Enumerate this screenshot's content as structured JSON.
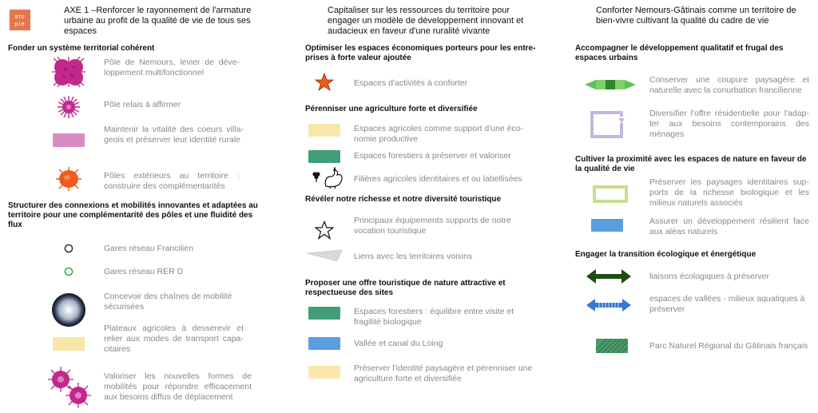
{
  "logo": {
    "line1": "ato",
    "line2": "pie"
  },
  "col1": {
    "header": "AXE 1 –Renforcer le rayonnement de l'armature urbaine au profit de la  qualité de vie de tous ses espaces",
    "sec1": "Fonder un système territorial cohérent",
    "items1": [
      "Pôle de Nemours, levier de déve-loppement multifonctionnel",
      "Pôle relais à affirmer",
      "Maintenir la vitalité des coeurs villa-geois et préserver leur identité rurale",
      "Pôles extérieurs au territoire : construire des complémentarités"
    ],
    "sec2": "Structurer des connexions et mobilités innovantes et adaptées au territoire pour une complémentarité des pôles et une fluidité des flux",
    "items2": [
      "Gares réseau Francilien",
      "Gares réseau RER D",
      "Concevoir des chaînes de mobilité sécurisées",
      "Plateaux agricoles à desserevir et relier aux modes de transport capa-citaires",
      "Valoriser les nouvelles formes de mobilités pour répondre efficacement aux besoins diffus de déplacement"
    ]
  },
  "col2": {
    "header": "Capitaliser sur les ressources du territoire pour engager un modèle de développement innovant et audacieux en faveur d'une ruralité vivante",
    "sec1": "Optimiser les espaces économiques porteurs pour les entre-prises à forte valeur ajoutée",
    "item1": "Espaces d'activités à conforter",
    "sec2": "Pérenniser une agriculture forte et diversifiée",
    "items2": [
      "Espaces agricoles comme support d'une éco-nomie productive",
      "Espaces forestiers à préserver et valoriser",
      "Filières agricoles identitaires et ou labellisées"
    ],
    "sec3": "Révéler notre richesse et notre diversité touristique",
    "items3": [
      "Principaux équipements supports de notre vocation touristique",
      "Liens avec les territoires voisins"
    ],
    "sec4": "Proposer une offre touristique de nature attractive et respectueuse des sites",
    "items4": [
      "Espaces forestiers : équilibre entre visite et fragilité biologique",
      "Vallée et canal du Loing",
      "Préserver l'identité paysagère  et pérenniser une agriculture forte et diversifiée"
    ]
  },
  "col3": {
    "header": "Conforter Nemours-Gâtinais comme un territoire de bien-vivre cultivant la qualité du cadre de vie",
    "sec1": "Accompagner le développement qualitatif et frugal des espaces urbains",
    "items1": [
      "Conserver une coupure paysagère et naturelle avec la conurbation francilienne",
      "Diversifier l'offre résidentielle pour l'adap-ter aux besoins contemporains des ménages"
    ],
    "sec2": "Cultiver la proximité avec les espaces de nature en faveur de la qualité de vie",
    "items2": [
      "Préserver les paysages identitaires sup-ports de la richesse biologique et les milieux naturels associés",
      "Assurer un développement résilient face aux aléas naturels"
    ],
    "sec3": "Engager la transition écologique et énergétique",
    "items3": [
      "liaisons écologiques à préserver",
      "espaces de vallées - milieux aquatiques à préserver",
      "Parc Naturel Régional du Gâtinais français"
    ]
  },
  "colors": {
    "magenta": "#c2288c",
    "pink": "#d98cc4",
    "orange": "#f05a1e",
    "agri": "#f7e7a8",
    "forest": "#3f9e78",
    "water": "#5b9ee0",
    "darkgreen": "#1e4d12"
  }
}
